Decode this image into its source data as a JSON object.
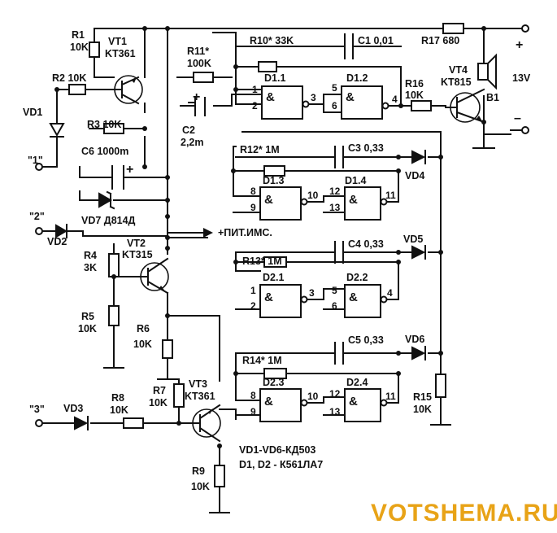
{
  "components": {
    "r1": [
      "R1",
      "10K"
    ],
    "vt1": [
      "VT1",
      "KT361"
    ],
    "r2": "R2 10K",
    "vd1": "VD1",
    "r3": "R3 10K",
    "c6": "C6 1000m",
    "vd7": "VD7 Д814Д",
    "vd2": "VD2",
    "r4": [
      "R4",
      "3K"
    ],
    "vt2": [
      "VT2",
      "KT315"
    ],
    "r5": [
      "R5",
      "10K"
    ],
    "r6": [
      "R6",
      "10K"
    ],
    "r7": [
      "R7",
      "10K"
    ],
    "vt3": [
      "VT3",
      "KT361"
    ],
    "r8": [
      "R8",
      "10K"
    ],
    "vd3": "VD3",
    "r9": [
      "R9",
      "10K"
    ],
    "r11": [
      "R11*",
      "100K"
    ],
    "c2": [
      "C2",
      "2,2m"
    ],
    "r10": "R10* 33K",
    "c1": "C1 0,01",
    "d11": "D1.1",
    "d12": "D1.2",
    "r16": [
      "R16",
      "10K"
    ],
    "r17": "R17 680",
    "vt4": [
      "VT4",
      "KT815"
    ],
    "b1": "B1",
    "supply": "13V",
    "r12": "R12* 1M",
    "c3": "C3 0,33",
    "d13": "D1.3",
    "d14": "D1.4",
    "vd4": "VD4",
    "r13": "R13* 1M",
    "c4": "C4 0,33",
    "d21": "D2.1",
    "d22": "D2.2",
    "vd5": "VD5",
    "r14": "R14* 1M",
    "c5": "C5 0,33",
    "d23": "D2.3",
    "d24": "D2.4",
    "vd6": "VD6",
    "r15": [
      "R15",
      "10K"
    ]
  },
  "terminals": {
    "in1": "\"1\"",
    "in2": "\"2\"",
    "in3": "\"3\"",
    "plus": "+",
    "minus": "–",
    "pit": "+ПИТ.ИМС."
  },
  "gate_symbol": "&",
  "pins": {
    "d11": [
      "1",
      "2",
      "3"
    ],
    "d12": [
      "5",
      "6",
      "4"
    ],
    "d13": [
      "8",
      "9",
      "10"
    ],
    "d14": [
      "12",
      "13",
      "11"
    ],
    "d21": [
      "1",
      "2",
      "3"
    ],
    "d22": [
      "5",
      "6",
      "4"
    ],
    "d23": [
      "8",
      "9",
      "10"
    ],
    "d24": [
      "12",
      "13",
      "11"
    ]
  },
  "notes": [
    "VD1-VD6-КД503",
    "D1, D2 - К561ЛА7"
  ],
  "watermark": "VOTSHEMA.RU"
}
